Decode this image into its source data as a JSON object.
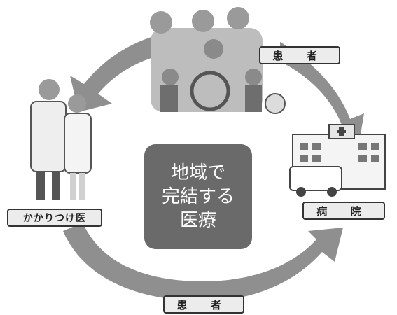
{
  "center": {
    "text": "地域で\n完結する\n医療"
  },
  "labels": {
    "patient_top": "患 者",
    "hospital": "病 院",
    "patient_bottom": "患 者",
    "family_doctor": "かかりつけ医"
  },
  "colors": {
    "arrow": "#8f8f8f",
    "center_box": "#6a6a6a",
    "label_border": "#333333",
    "label_fill": "#ececec"
  },
  "icons": [
    "family-illustration",
    "doctor-nurse-illustration",
    "hospital-ambulance-illustration"
  ]
}
